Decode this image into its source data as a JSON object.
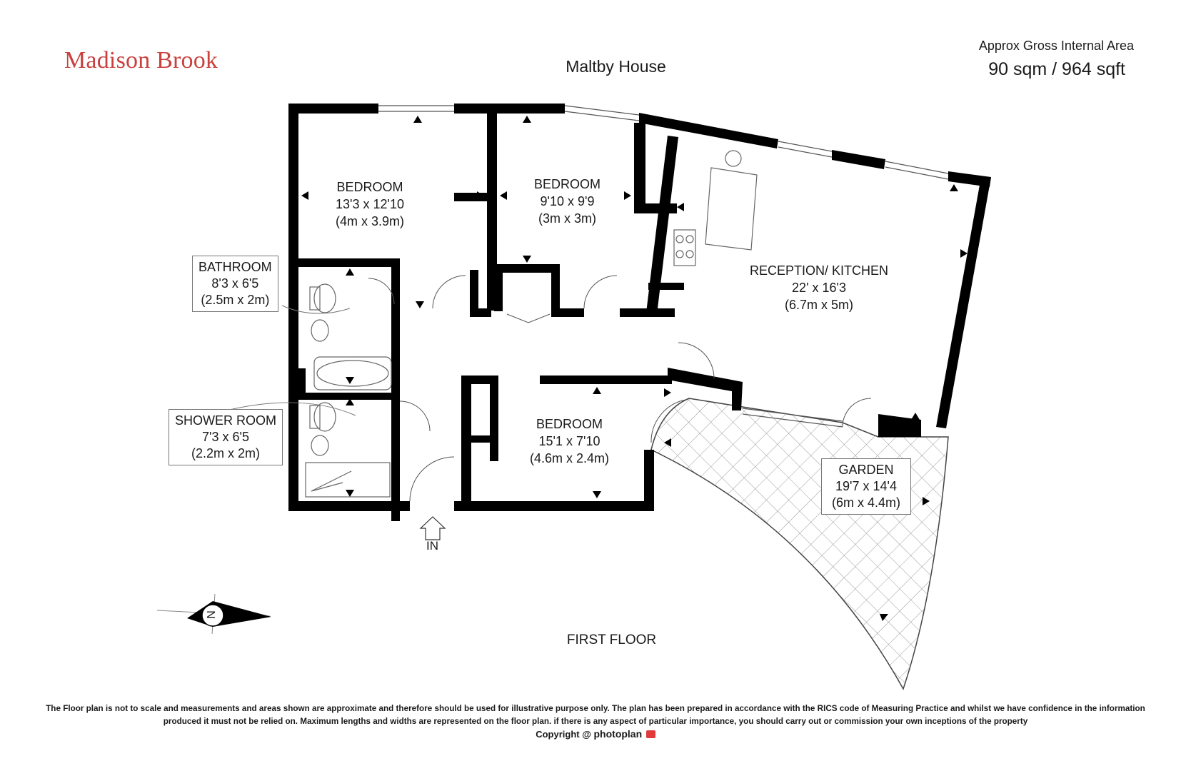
{
  "brand": "Madison Brook",
  "building_name": "Maltby House",
  "area": {
    "title": "Approx Gross Internal Area",
    "value": "90 sqm / 964 sqft"
  },
  "rooms": {
    "bedroom1": {
      "name": "BEDROOM",
      "imperial": "13'3 x 12'10",
      "metric": "(4m x 3.9m)"
    },
    "bedroom2": {
      "name": "BEDROOM",
      "imperial": "9'10 x 9'9",
      "metric": "(3m x 3m)"
    },
    "reception": {
      "name": "RECEPTION/ KITCHEN",
      "imperial": "22' x 16'3",
      "metric": "(6.7m x 5m)"
    },
    "bathroom": {
      "name": "BATHROOM",
      "imperial": "8'3 x 6'5",
      "metric": "(2.5m x 2m)"
    },
    "shower": {
      "name": "SHOWER ROOM",
      "imperial": "7'3 x 6'5",
      "metric": "(2.2m x 2m)"
    },
    "bedroom3": {
      "name": "BEDROOM",
      "imperial": "15'1 x 7'10",
      "metric": "(4.6m x 2.4m)"
    },
    "garden": {
      "name": "GARDEN",
      "imperial": "19'7 x 14'4",
      "metric": "(6m x 4.4m)"
    }
  },
  "entrance_label": "IN",
  "compass_label": "N",
  "floor_label": "FIRST FLOOR",
  "disclaimer": "The Floor plan is not to scale and measurements and areas shown are approximate and therefore should be used for illustrative purpose only. The plan has been prepared in accordance with the RICS code of Measuring Practice and whilst we have confidence in the information produced it must not be relied on. Maximum  lengths and widths are represented on the floor plan. if there is any aspect of particular importance, you should carry out or commission your own inceptions of the property",
  "copyright": "Copyright @",
  "copyright_brand": "photoplan",
  "colors": {
    "brand": "#c8413d",
    "wall": "#000000",
    "fixture": "#666666"
  },
  "icons": [
    "compass-icon",
    "entrance-arrow-icon",
    "camera-icon"
  ]
}
